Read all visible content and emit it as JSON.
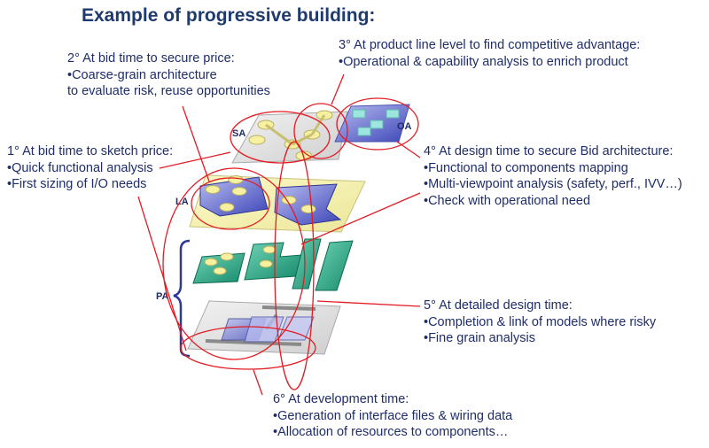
{
  "title": "Example of progressive building:",
  "layer_labels": {
    "sa": "SA",
    "oa": "OA",
    "la": "LA",
    "pa": "PA"
  },
  "notes": {
    "n1": {
      "head": "1° At bid time to sketch price:",
      "lines": [
        "•Quick functional analysis",
        "•First sizing of I/O needs"
      ]
    },
    "n2": {
      "head": "2° At bid time to secure price:",
      "lines": [
        "•Coarse-grain architecture",
        "to evaluate risk, reuse opportunities"
      ]
    },
    "n3": {
      "head": "3° At product line level to find competitive advantage:",
      "lines": [
        "•Operational & capability analysis to enrich product"
      ]
    },
    "n4": {
      "head": "4° At design time to secure Bid architecture:",
      "lines": [
        "•Functional to components mapping",
        "•Multi-viewpoint analysis (safety, perf., IVV…)",
        "•Check with operational need"
      ]
    },
    "n5": {
      "head": "5° At detailed design time:",
      "lines": [
        "•Completion & link of models where risky",
        "•Fine grain analysis"
      ]
    },
    "n6": {
      "head": "6° At development time:",
      "lines": [
        "•Generation of interface files & wiring data",
        "•Allocation of resources to components…"
      ]
    }
  },
  "colors": {
    "text": "#1f2d6b",
    "title": "#1f3a6e",
    "highlight": "#e31b23",
    "la_plane": "#f3f0a8",
    "pa_plane": "#2fa98a",
    "oa_plane": "#8a8fd6"
  }
}
